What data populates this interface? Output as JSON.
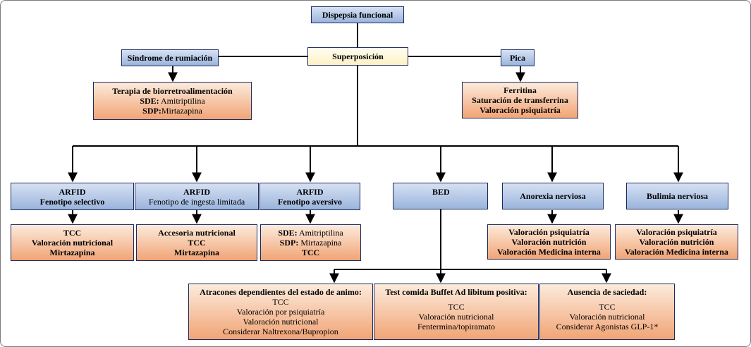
{
  "colors": {
    "blue_box": "#9bb4dc",
    "orange_box": "#f1a475",
    "cream_box": "#fdf1c4",
    "border": "#1d2a5e"
  },
  "top": {
    "title": "Dispepsia funcional"
  },
  "overlap": {
    "label": "Superposición"
  },
  "rumination": {
    "title": "Síndrome de rumiación",
    "therapy": "Terapia de biorretroalimentación",
    "sde_key": "SDE:",
    "sde_val": " Amitriptilina",
    "sdp_key": "SDP:",
    "sdp_val": "Mirtazapina"
  },
  "pica": {
    "title": "Pica",
    "lines": [
      "Ferritina",
      "Saturación de transferrina",
      "Valoración  psiquiatría"
    ]
  },
  "arfid_selective": {
    "title1": "ARFID",
    "title2": "Fenotipo selectivo",
    "lines": [
      "TCC",
      "Valoración nutricional",
      "Mirtazapina"
    ]
  },
  "arfid_limited": {
    "title1": "ARFID",
    "title2": "Fenotipo de ingesta limitada",
    "lines": [
      "Accesoria nutricional",
      "TCC",
      "Mirtazapina"
    ]
  },
  "arfid_aversive": {
    "title1": "ARFID",
    "title2": "Fenotipo aversivo",
    "sde_key": "SDE:",
    "sde_val": " Amitriptilina",
    "sdp_key": "SDP:",
    "sdp_val": " Mirtazapina",
    "tcc": "TCC"
  },
  "bed": {
    "title": "BED",
    "mood": {
      "title": "Atracones dependientes del estado de animo:",
      "lines": [
        "TCC",
        "Valoración por psiquiatría",
        "Valoración nutricional",
        "Considerar  Naltrexona/Bupropion"
      ]
    },
    "buffet": {
      "title": "Test comida Buffet Ad libitum positiva:",
      "lines": [
        "TCC",
        "Valoración nutricional",
        "Fentermina/topiramato"
      ]
    },
    "satiety": {
      "title": "Ausencia de saciedad:",
      "lines": [
        "TCC",
        "Valoración nutricional",
        "Considerar Agonistas GLP-1*"
      ]
    }
  },
  "anorexia": {
    "title": "Anorexia nerviosa",
    "lines": [
      "Valoración psiquiatría",
      "Valoración nutrición",
      "Valoración Medicina interna"
    ]
  },
  "bulimia": {
    "title": "Bulimia nerviosa",
    "lines": [
      "Valoración psiquiatría",
      "Valoración nutrición",
      "Valoración Medicina interna"
    ]
  }
}
